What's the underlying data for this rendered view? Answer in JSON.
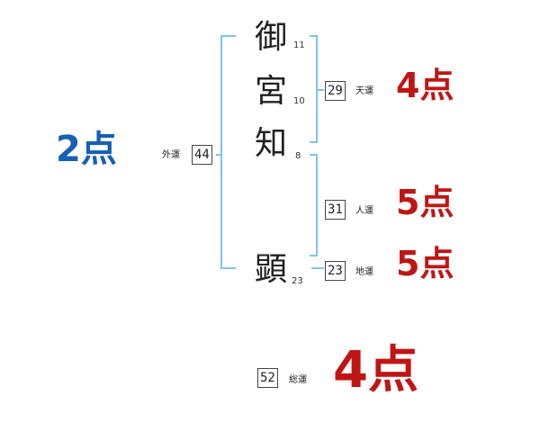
{
  "colors": {
    "bracket": "#7fc4ec",
    "good": "#c01515",
    "outer": "#1560b0"
  },
  "name": {
    "chars": [
      {
        "char": "御",
        "strokes": "11"
      },
      {
        "char": "宮",
        "strokes": "10"
      },
      {
        "char": "知",
        "strokes": "8"
      },
      {
        "char": "顕",
        "strokes": "23"
      }
    ]
  },
  "gaiun": {
    "label": "外運",
    "value": "44",
    "score": "2点"
  },
  "tenun": {
    "label": "天運",
    "value": "29",
    "score": "4点"
  },
  "jinun": {
    "label": "人運",
    "value": "31",
    "score": "5点"
  },
  "chiun": {
    "label": "地運",
    "value": "23",
    "score": "5点"
  },
  "souun": {
    "label": "総運",
    "value": "52",
    "score": "4点"
  }
}
